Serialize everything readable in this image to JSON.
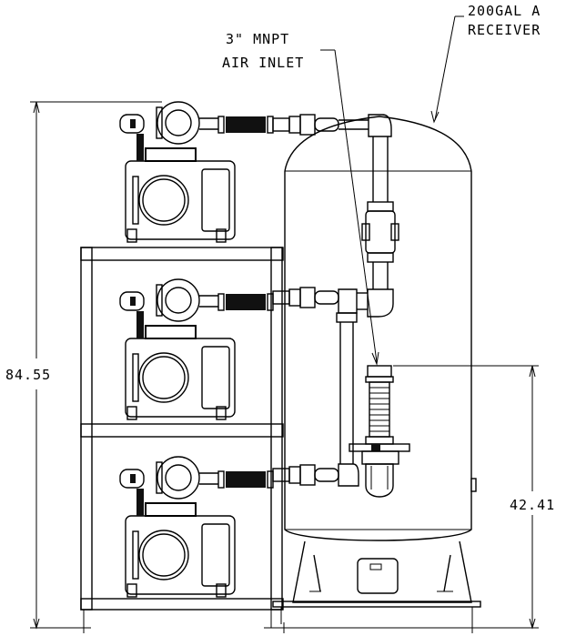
{
  "labels": {
    "receiver_line1": "200GAL A",
    "receiver_line2": "RECEIVER",
    "inlet_line1": "3\" MNPT",
    "inlet_line2": "AIR INLET",
    "height_overall": "84.55",
    "height_inlet": "42.41"
  }
}
